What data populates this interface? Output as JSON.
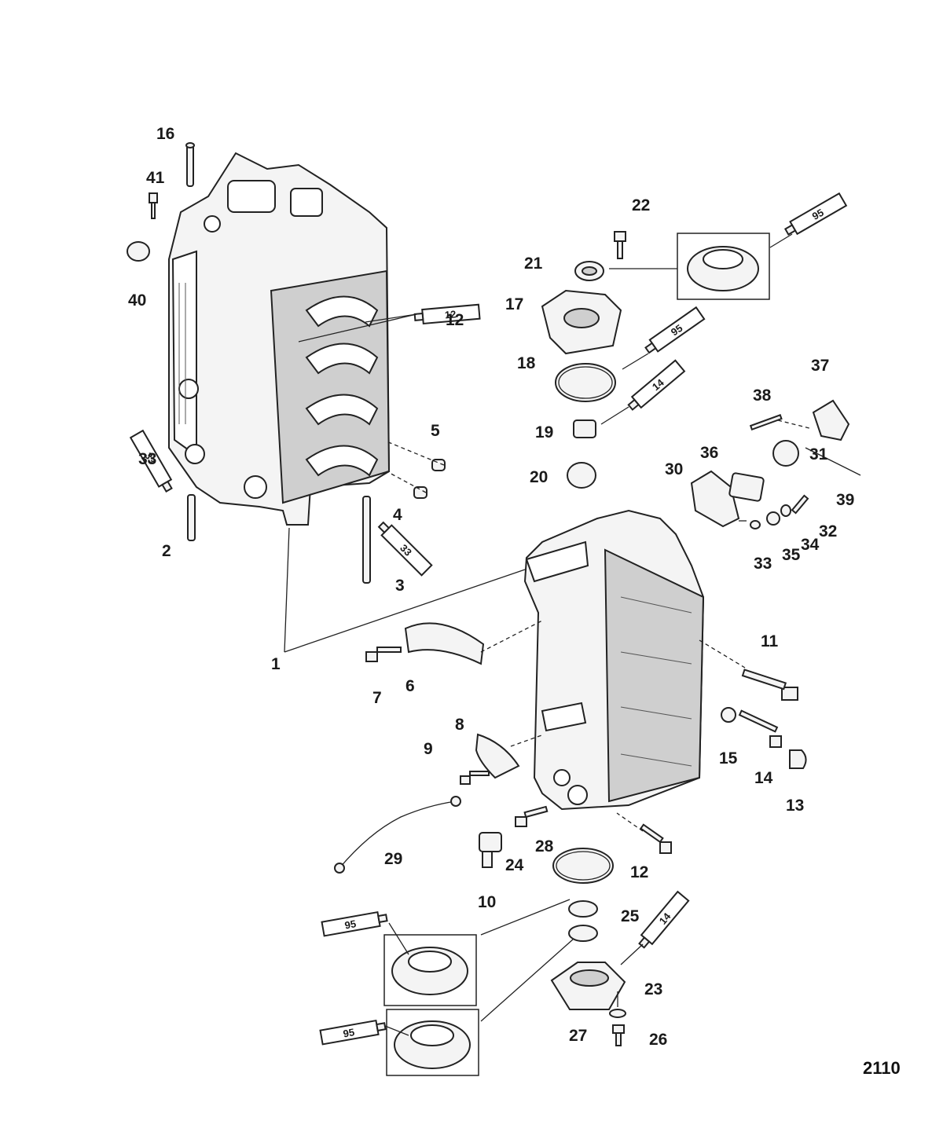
{
  "figure_number": "2110",
  "callouts": [
    "1",
    "2",
    "3",
    "4",
    "5",
    "6",
    "7",
    "8",
    "9",
    "10",
    "11",
    "12",
    "12",
    "13",
    "14",
    "15",
    "16",
    "17",
    "18",
    "19",
    "20",
    "21",
    "22",
    "23",
    "24",
    "25",
    "26",
    "27",
    "28",
    "29",
    "30",
    "31",
    "32",
    "33",
    "33",
    "34",
    "35",
    "36",
    "37",
    "38",
    "39",
    "40",
    "41"
  ],
  "sealant_tubes": [
    "95",
    "12",
    "95",
    "14",
    "33",
    "33",
    "95",
    "95",
    "14"
  ]
}
